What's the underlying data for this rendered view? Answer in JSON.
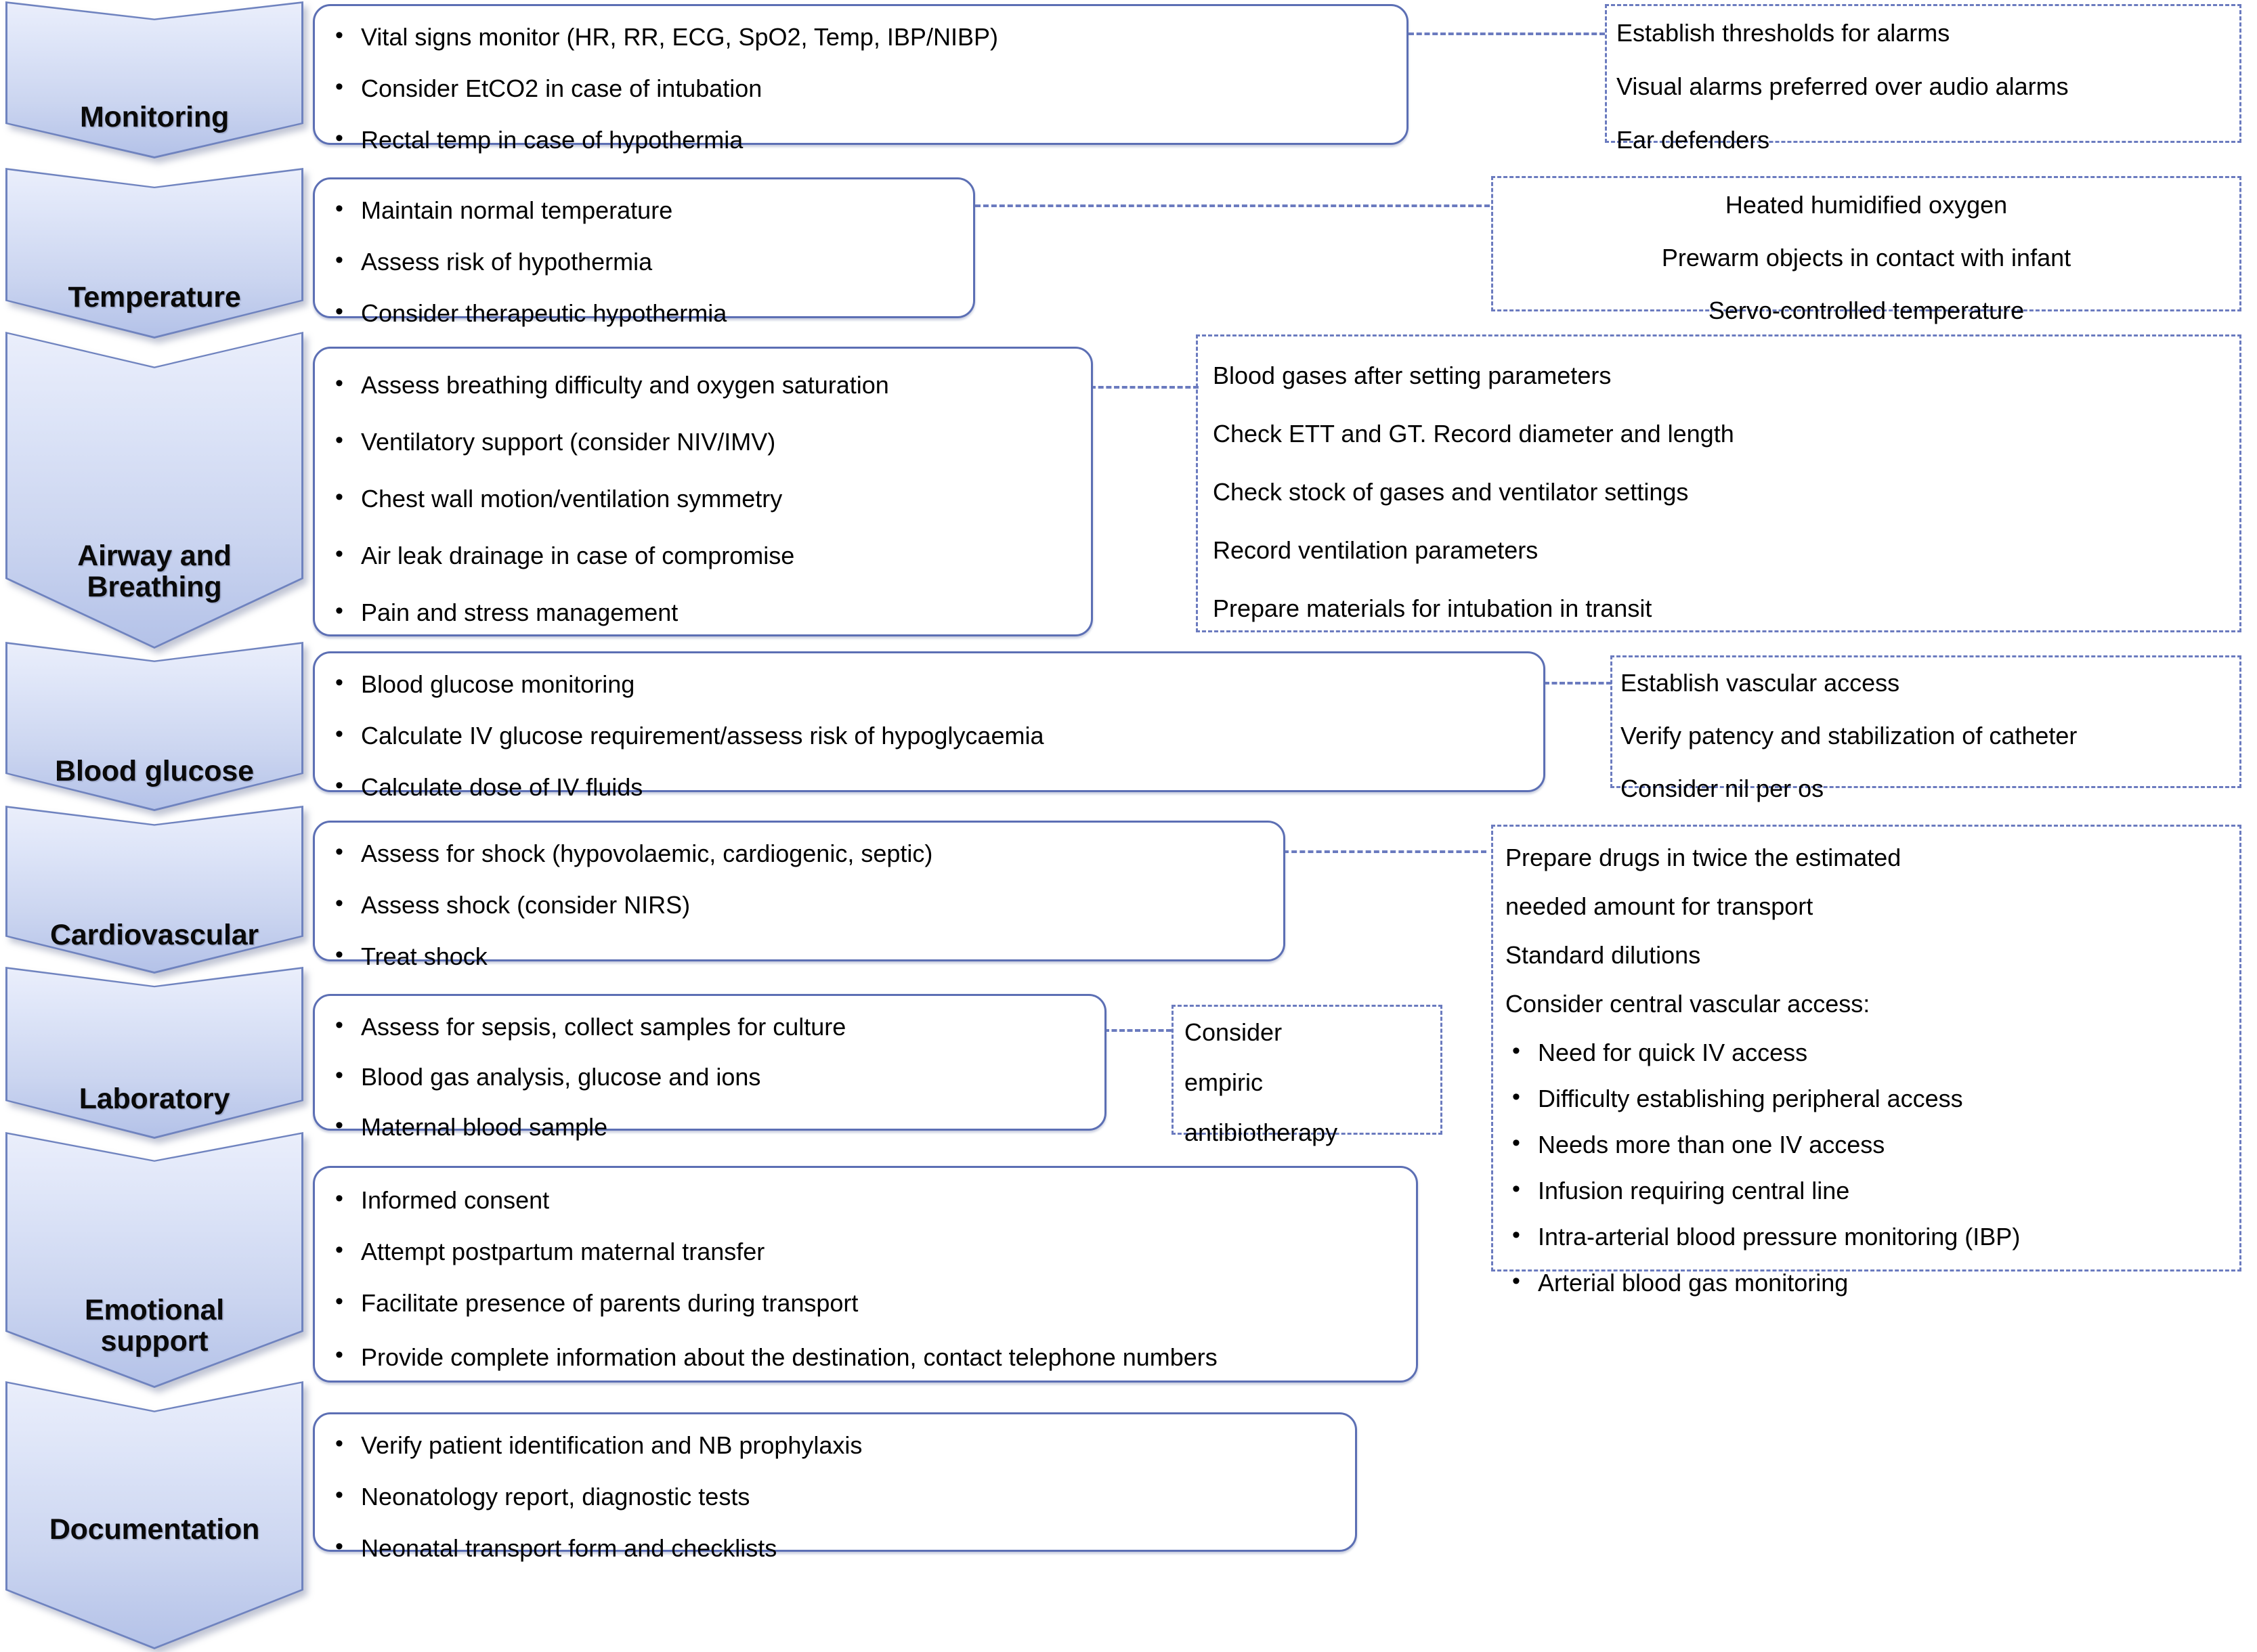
{
  "diagram": {
    "title": "Neonatal transport stabilisation checklist",
    "colors": {
      "chevron_fill_light": "#eaeefb",
      "chevron_fill_dark": "#b4c2e8",
      "chevron_border": "#6f83bf",
      "box_border": "#5c6fb4",
      "dashed_border": "#6b7bbf",
      "text": "#000000",
      "background": "#ffffff"
    },
    "stages": [
      {
        "id": "monitoring",
        "label": "Monitoring",
        "items": [
          "Vital signs monitor (HR, RR, ECG, SpO2, Temp, IBP/NIBP)",
          "Consider EtCO2 in case of intubation",
          "Rectal temp in case of hypothermia"
        ]
      },
      {
        "id": "temperature",
        "label": "Temperature",
        "items": [
          "Maintain normal temperature",
          "Assess risk of hypothermia",
          "Consider therapeutic hypothermia"
        ]
      },
      {
        "id": "airway-and-breathing",
        "label": "Airway and Breathing",
        "label_line1": "Airway and",
        "label_line2": "Breathing",
        "items": [
          "Assess breathing difficulty and oxygen saturation",
          "Ventilatory support (consider NIV/IMV)",
          "Chest wall motion/ventilation symmetry",
          "Air leak drainage in case of compromise",
          "Pain and stress management"
        ]
      },
      {
        "id": "blood-glucose",
        "label": "Blood glucose",
        "items": [
          "Blood glucose monitoring",
          "Calculate IV glucose requirement/assess risk of hypoglycaemia",
          "Calculate dose of IV fluids"
        ]
      },
      {
        "id": "cardiovascular",
        "label": "Cardiovascular",
        "items": [
          "Assess for shock (hypovolaemic, cardiogenic, septic)",
          "Assess shock (consider NIRS)",
          "Treat shock"
        ]
      },
      {
        "id": "laboratory",
        "label": "Laboratory",
        "items": [
          "Assess for sepsis, collect samples for culture",
          "Blood gas analysis, glucose and ions",
          "Maternal blood sample"
        ]
      },
      {
        "id": "emotional-support",
        "label": "Emotional support",
        "label_line1": "Emotional",
        "label_line2": "support",
        "items": [
          "Informed consent",
          "Attempt postpartum maternal transfer",
          "Facilitate presence of parents during transport",
          "Provide complete information about the destination, contact telephone numbers"
        ]
      },
      {
        "id": "documentation",
        "label": "Documentation",
        "items": [
          "Verify patient identification and NB prophylaxis",
          "Neonatology report, diagnostic tests",
          "Neonatal transport form and checklists"
        ]
      }
    ],
    "notes": [
      {
        "id": "monitoring-note",
        "align": "left",
        "lines": [
          "Establish thresholds for alarms",
          "Visual alarms preferred over audio alarms",
          "Ear defenders"
        ]
      },
      {
        "id": "temperature-note",
        "align": "center",
        "lines": [
          "Heated humidified oxygen",
          "Prewarm objects in contact with infant",
          "Servo-controlled temperature"
        ]
      },
      {
        "id": "airway-note",
        "align": "left",
        "lines": [
          "Blood gases after setting parameters",
          "Check ETT and GT. Record diameter and length",
          "Check stock of gases and ventilator settings",
          "Record ventilation parameters",
          "Prepare materials for intubation in transit"
        ]
      },
      {
        "id": "blood-glucose-note",
        "align": "left",
        "lines": [
          "Establish vascular access",
          "Verify patency and stabilization of catheter",
          "Consider nil per os"
        ]
      },
      {
        "id": "cardiovascular-note",
        "align": "left",
        "lines": [
          "Prepare drugs in twice the estimated",
          "needed amount for transport",
          "Standard dilutions",
          "Consider central vascular access:"
        ],
        "bullets": [
          "Need for quick IV access",
          "Difficulty establishing peripheral access",
          "Needs more than one IV access",
          "Infusion requiring central line",
          "Intra-arterial blood pressure monitoring (IBP)",
          "Arterial blood gas monitoring"
        ]
      },
      {
        "id": "laboratory-note",
        "align": "left",
        "lines": [
          "Consider",
          "empiric",
          "antibiotherapy"
        ]
      }
    ]
  }
}
